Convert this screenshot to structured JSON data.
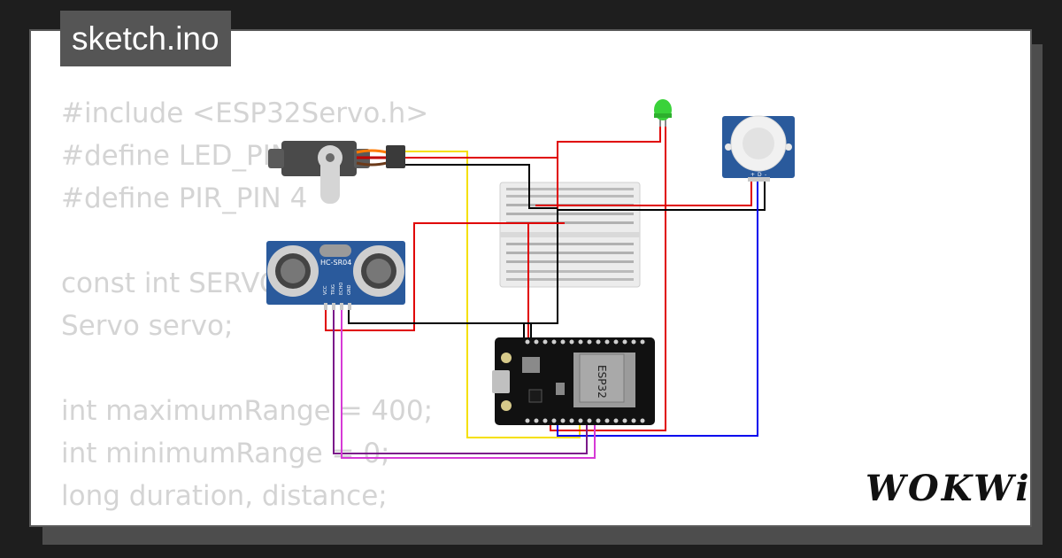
{
  "header": {
    "filename": "sketch.ino"
  },
  "code_lines": [
    "#include <ESP32Servo.h>",
    "#define LED_PIN",
    "#define PIR_PIN 4",
    "",
    "const int SERVO",
    "Servo servo;",
    "",
    "int maximumRange = 400;",
    "int minimumRange = 0;",
    "long duration, distance;"
  ],
  "components": {
    "ultrasonic_label": "HC-SR04",
    "ultrasonic_pins": [
      "VCC",
      "TRIG",
      "ECHO",
      "GND"
    ],
    "pir_pins": [
      "+",
      "D",
      "-"
    ],
    "esp32_label": "ESP32"
  },
  "brand": {
    "logo_text": "WOKWi"
  },
  "colors": {
    "background": "#1e1e1e",
    "card": "#ffffff",
    "tab": "#555555",
    "code_text": "#d4d4d4",
    "wire_red": "#e00000",
    "wire_black": "#000000",
    "wire_yellow": "#f5e000",
    "wire_blue": "#0000ee",
    "wire_purple": "#7b1a8a",
    "wire_magenta": "#d63ad6",
    "led_green": "#3ad23a",
    "sensor_blue": "#2a5a9c",
    "esp32_board": "#111111"
  },
  "icons": [
    "servo-motor-icon",
    "led-icon",
    "pir-sensor-icon",
    "ultrasonic-sensor-icon",
    "breadboard-icon",
    "esp32-board-icon"
  ]
}
